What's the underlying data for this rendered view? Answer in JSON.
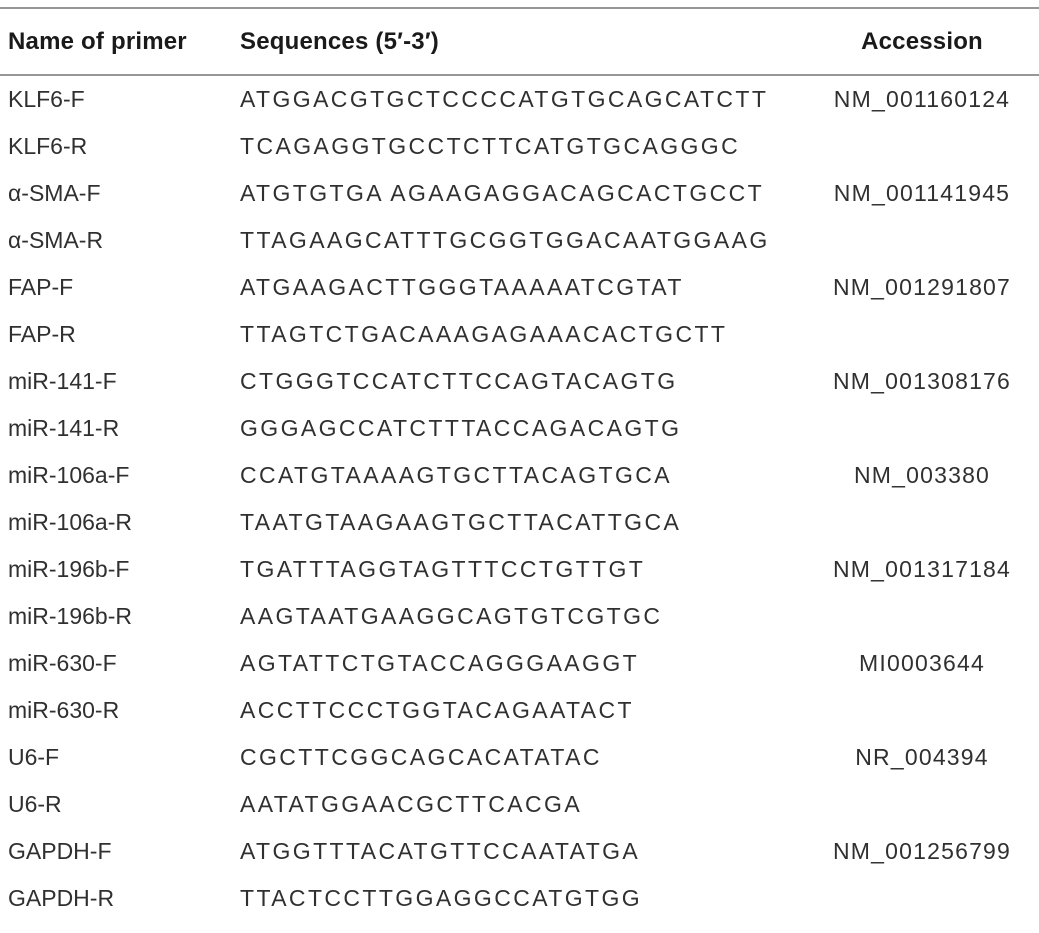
{
  "table": {
    "columns": [
      {
        "label": "Name of primer"
      },
      {
        "label": "Sequences (5′-3′)"
      },
      {
        "label": "Accession"
      }
    ],
    "rows": [
      {
        "name": "KLF6-F",
        "seq": "ATGGACGTGCTCCCCATGTGCAGCATCTT",
        "acc": "NM_001160124"
      },
      {
        "name": "KLF6-R",
        "seq": "TCAGAGGTGCCTCTTCATGTGCAGGGC",
        "acc": ""
      },
      {
        "name": "α-SMA-F",
        "seq": "ATGTGTGA AGAAGAGGACAGCACTGCCT",
        "acc": "NM_001141945"
      },
      {
        "name": "α-SMA-R",
        "seq": "TTAGAAGCATTTGCGGTGGACAATGGAAG",
        "acc": ""
      },
      {
        "name": "FAP-F",
        "seq": "ATGAAGACTTGGGTAAAAATCGTAT",
        "acc": "NM_001291807"
      },
      {
        "name": "FAP-R",
        "seq": "TTAGTCTGACAAAGAGAAACACTGCTT",
        "acc": ""
      },
      {
        "name": "miR-141-F",
        "seq": "CTGGGTCCATCTTCCAGTACAGTG",
        "acc": "NM_001308176"
      },
      {
        "name": "miR-141-R",
        "seq": "GGGAGCCATCTTTACCAGACAGTG",
        "acc": ""
      },
      {
        "name": "miR-106a-F",
        "seq": "CCATGTAAAAGTGCTTACAGTGCA",
        "acc": "NM_003380"
      },
      {
        "name": "miR-106a-R",
        "seq": "TAATGTAAGAAGTGCTTACATTGCA",
        "acc": ""
      },
      {
        "name": "miR-196b-F",
        "seq": "TGATTTAGGTAGTTTCCTGTTGT",
        "acc": "NM_001317184"
      },
      {
        "name": "miR-196b-R",
        "seq": "AAGTAATGAAGGCAGTGTCGTGC",
        "acc": ""
      },
      {
        "name": "miR-630-F",
        "seq": "AGTATTCTGTACCAGGGAAGGT",
        "acc": "MI0003644"
      },
      {
        "name": "miR-630-R",
        "seq": "ACCTTCCCTGGTACAGAATACT",
        "acc": ""
      },
      {
        "name": "U6-F",
        "seq": "CGCTTCGGCAGCACATATAC",
        "acc": "NR_004394"
      },
      {
        "name": "U6-R",
        "seq": "AATATGGAACGCTTCACGA",
        "acc": ""
      },
      {
        "name": "GAPDH-F",
        "seq": "ATGGTTTACATGTTCCAATATGA",
        "acc": "NM_001256799"
      },
      {
        "name": "GAPDH-R",
        "seq": "TTACTCCTTGGAGGCCATGTGG",
        "acc": ""
      }
    ]
  }
}
